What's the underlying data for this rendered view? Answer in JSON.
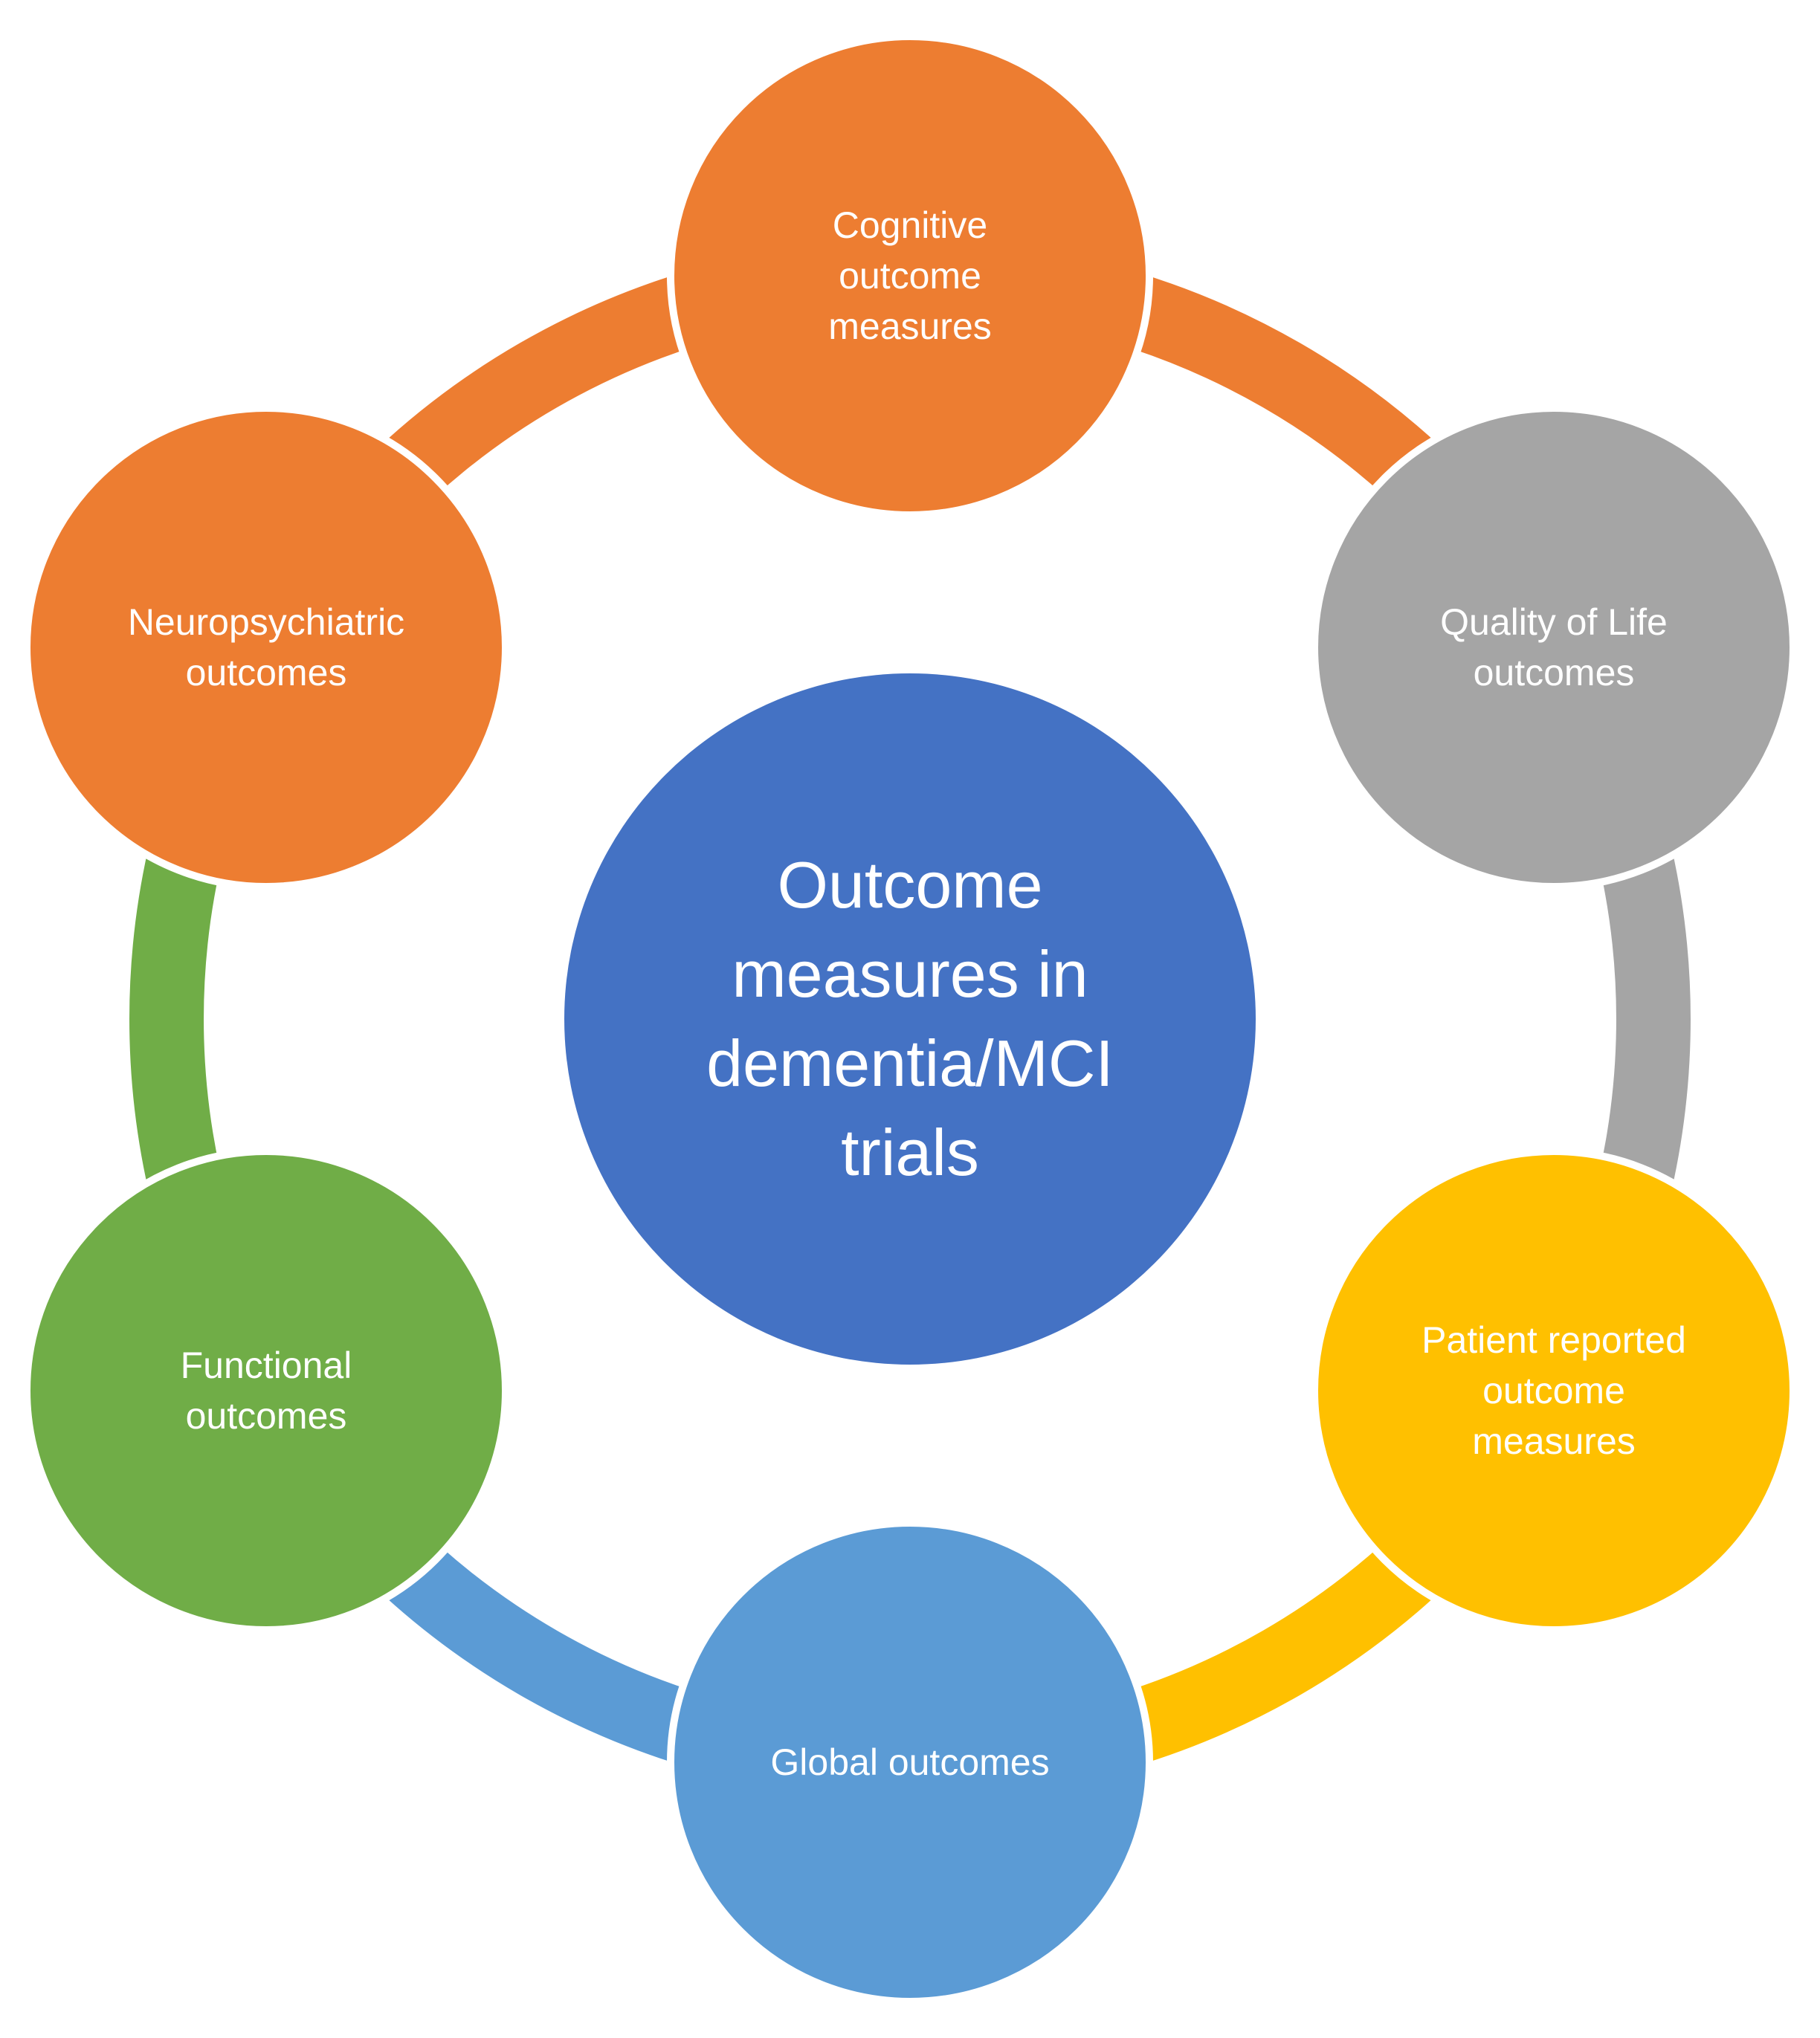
{
  "center": {
    "lines": [
      "Outcome",
      "measures in",
      "dementia/MCI",
      "trials"
    ],
    "color": "#4472C4"
  },
  "nodes": [
    {
      "id": "cognitive",
      "lines": [
        "Cognitive",
        "outcome",
        "measures"
      ],
      "color": "#ED7D31"
    },
    {
      "id": "quality-of-life",
      "lines": [
        "Quality of Life",
        "outcomes"
      ],
      "color": "#A5A5A5"
    },
    {
      "id": "patient-reported",
      "lines": [
        "Patient reported",
        "outcome",
        "measures"
      ],
      "color": "#FFC000"
    },
    {
      "id": "global",
      "lines": [
        "Global outcomes"
      ],
      "color": "#5B9BD5"
    },
    {
      "id": "functional",
      "lines": [
        "Functional",
        "outcomes"
      ],
      "color": "#70AD47"
    },
    {
      "id": "neuropsychiatric",
      "lines": [
        "Neuropsychiatric",
        "outcomes"
      ],
      "color": "#ED7D31"
    }
  ]
}
